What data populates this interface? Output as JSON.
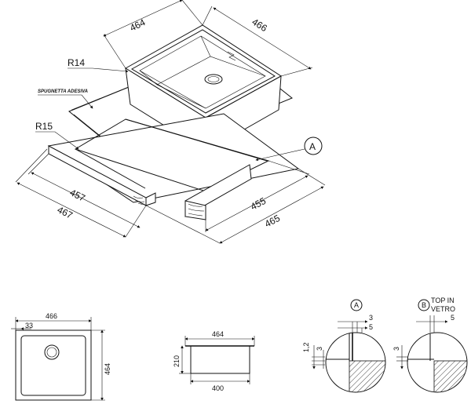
{
  "iso": {
    "dim_top_left": "464",
    "dim_top_right": "466",
    "radius_sink": "R14",
    "adhesive_label": "SPUGNETTA ADESIVA",
    "radius_cutout": "R15",
    "detail_callout": "A",
    "dim_bottom_left_inner": "457",
    "dim_bottom_left_outer": "467",
    "dim_bottom_right_inner": "455",
    "dim_bottom_right_outer": "465"
  },
  "top_view": {
    "width": "466",
    "offset": "33",
    "height": "464"
  },
  "side_view": {
    "top_width": "464",
    "height": "210",
    "bottom_width": "400"
  },
  "detail_a": {
    "label": "A",
    "dim_3_top": "3",
    "dim_5_top": "5",
    "dim_12": "1,2",
    "dim_3_side": "3"
  },
  "detail_b": {
    "label": "B",
    "title_line1": "TOP IN",
    "title_line2": "VETRO",
    "dim_5_top": "5",
    "dim_3_side": "3"
  }
}
